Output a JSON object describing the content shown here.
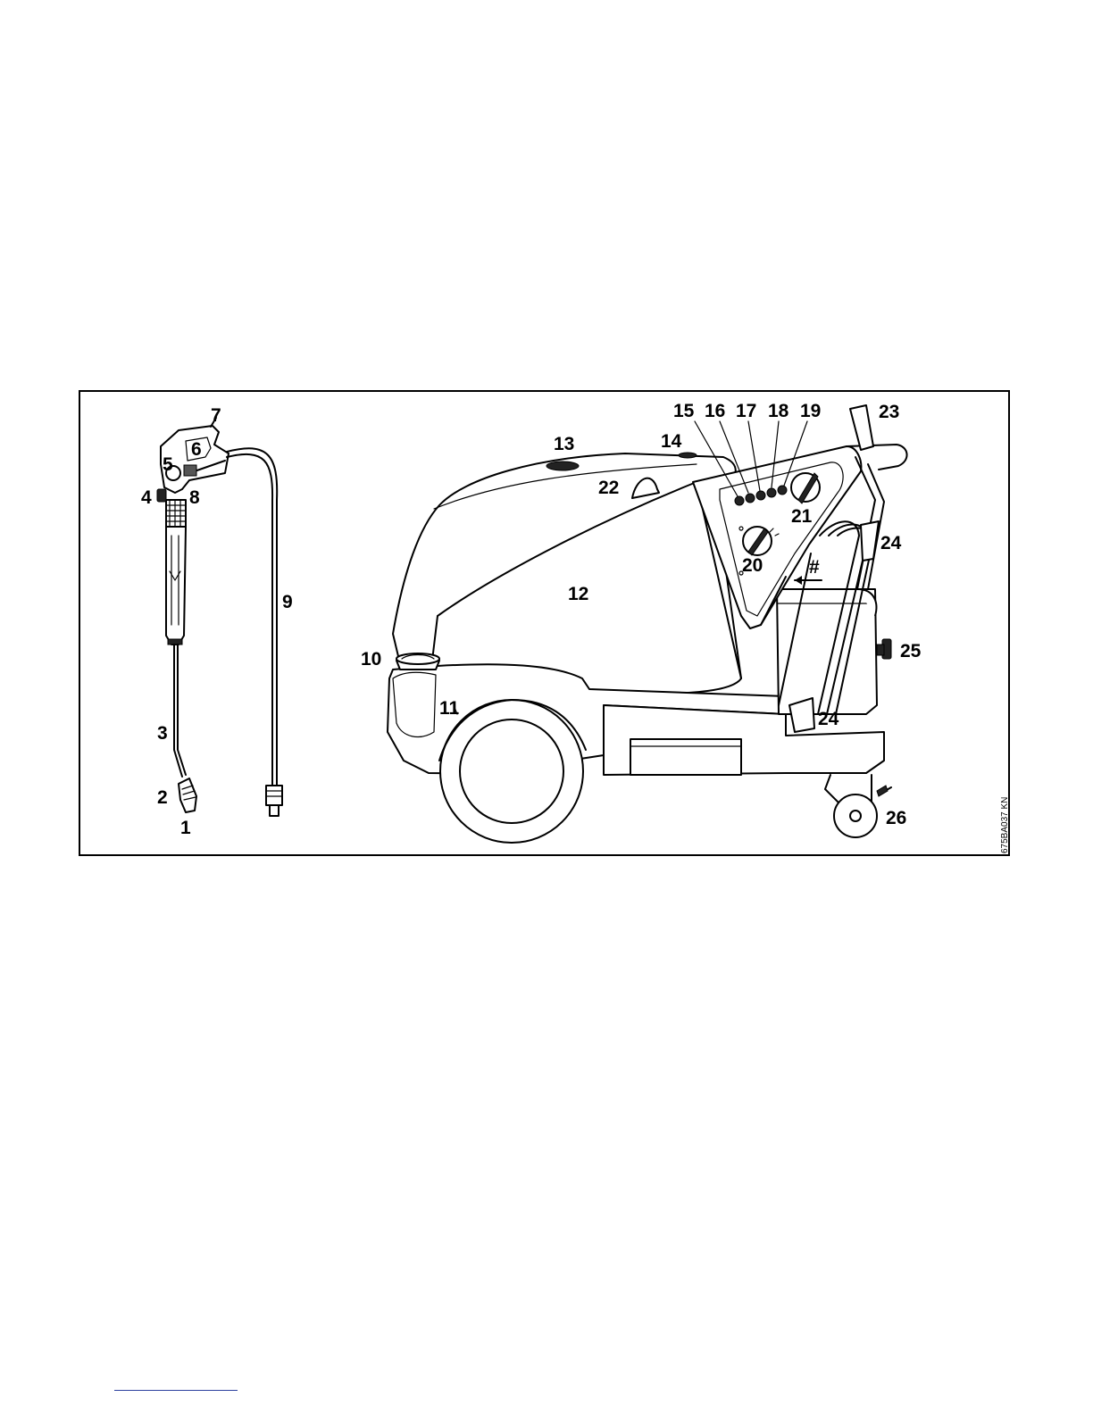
{
  "figure": {
    "code": "675BA037 KN",
    "callouts": {
      "c1": "1",
      "c2": "2",
      "c3": "3",
      "c4": "4",
      "c5": "5",
      "c6": "6",
      "c7": "7",
      "c8": "8",
      "c9": "9",
      "c10": "10",
      "c11": "11",
      "c12": "12",
      "c13": "13",
      "c14": "14",
      "c15": "15",
      "c16": "16",
      "c17": "17",
      "c18": "18",
      "c19": "19",
      "c20": "20",
      "c21": "21",
      "c22": "22",
      "c23": "23",
      "c24a": "24",
      "c24b": "24",
      "c25": "25",
      "c26": "26",
      "hash": "#"
    }
  },
  "colors": {
    "line": "#000000",
    "footer_rule": "#2a3f9e"
  }
}
